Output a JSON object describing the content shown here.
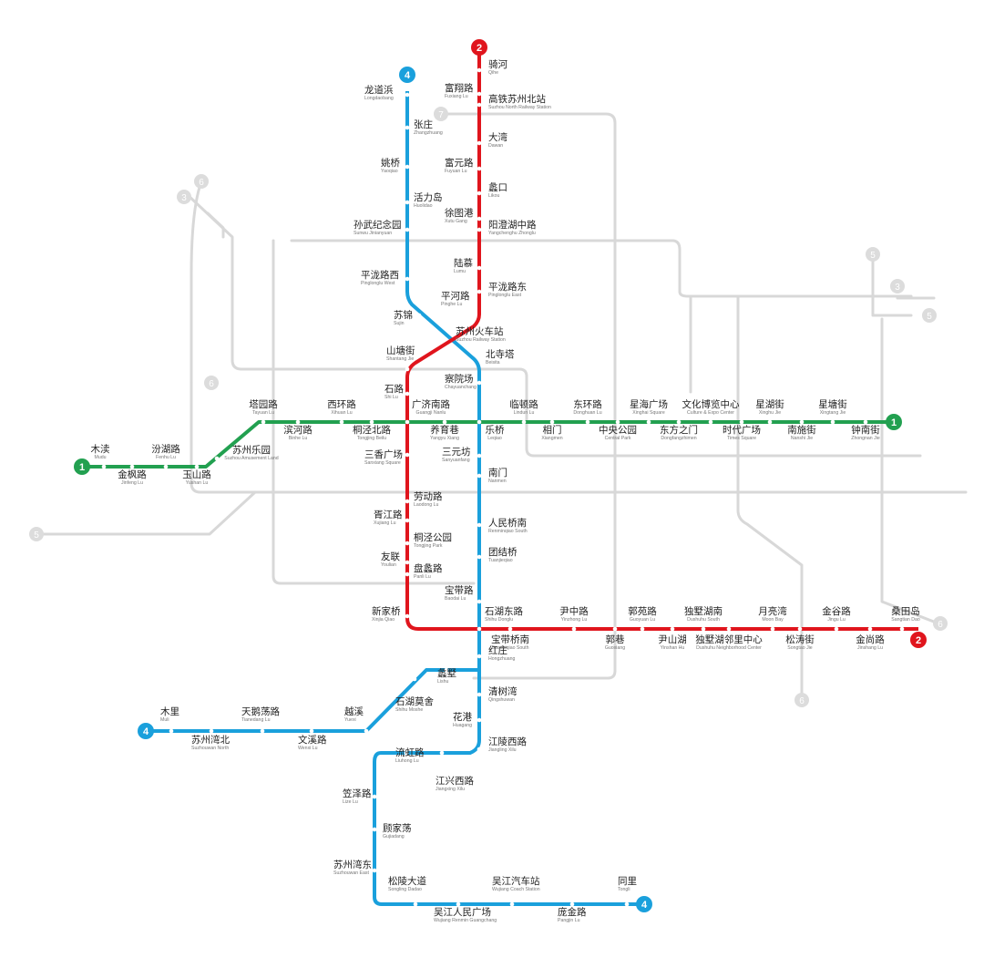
{
  "colors": {
    "line1": "#22a050",
    "line2": "#e0151d",
    "line4": "#1aa0dc",
    "planned": "#d8d8d8",
    "planned_badge": "#dcdcdc"
  },
  "line_badges": [
    {
      "label": "1"
    },
    {
      "label": "1"
    },
    {
      "label": "2"
    },
    {
      "label": "2"
    },
    {
      "label": "4"
    },
    {
      "label": "4"
    },
    {
      "label": "4"
    }
  ],
  "planned_badges": [
    {
      "label": "7"
    },
    {
      "label": "3"
    },
    {
      "label": "6"
    },
    {
      "label": "6"
    },
    {
      "label": "5"
    },
    {
      "label": "3"
    },
    {
      "label": "5"
    },
    {
      "label": "6"
    },
    {
      "label": "5"
    },
    {
      "label": "6"
    }
  ],
  "stations": [
    {
      "cn": "木渎",
      "en": "Mudu"
    },
    {
      "cn": "金枫路",
      "en": "Jinfeng Lu"
    },
    {
      "cn": "汾湖路",
      "en": "Fenhu Lu"
    },
    {
      "cn": "玉山路",
      "en": "Yushan Lu"
    },
    {
      "cn": "苏州乐园",
      "en": "Suzhou Amusement Land"
    },
    {
      "cn": "塔园路",
      "en": "Tayuan Lu"
    },
    {
      "cn": "滨河路",
      "en": "Binhe Lu"
    },
    {
      "cn": "西环路",
      "en": "Xihuan Lu"
    },
    {
      "cn": "桐泾北路",
      "en": "Tongjing Beilu"
    },
    {
      "cn": "广济南路",
      "en": "Guangji Nanlu"
    },
    {
      "cn": "养育巷",
      "en": "Yangyu Xiang"
    },
    {
      "cn": "乐桥",
      "en": "Leqiao"
    },
    {
      "cn": "临顿路",
      "en": "Lindun Lu"
    },
    {
      "cn": "相门",
      "en": "Xiangmen"
    },
    {
      "cn": "东环路",
      "en": "Donghuan Lu"
    },
    {
      "cn": "中央公园",
      "en": "Central Park"
    },
    {
      "cn": "星海广场",
      "en": "Xinghai Square"
    },
    {
      "cn": "东方之门",
      "en": "Dongfangzhimen"
    },
    {
      "cn": "文化博览中心",
      "en": "Culture & Expo Center"
    },
    {
      "cn": "时代广场",
      "en": "Times Square"
    },
    {
      "cn": "星湖街",
      "en": "Xinghu Jie"
    },
    {
      "cn": "南施街",
      "en": "Nanshi Jie"
    },
    {
      "cn": "星塘街",
      "en": "Xingtang Jie"
    },
    {
      "cn": "钟南街",
      "en": "Zhongnan Jie"
    },
    {
      "cn": "骑河",
      "en": "Qihe"
    },
    {
      "cn": "富翔路",
      "en": "Fuxiang Lu"
    },
    {
      "cn": "高铁苏州北站",
      "en": "Suzhou North Railway Station"
    },
    {
      "cn": "大湾",
      "en": "Dawan"
    },
    {
      "cn": "富元路",
      "en": "Fuyuan Lu"
    },
    {
      "cn": "蠡口",
      "en": "Likou"
    },
    {
      "cn": "徐图港",
      "en": "Xutu Gang"
    },
    {
      "cn": "阳澄湖中路",
      "en": "Yangchenghu Zhonglu"
    },
    {
      "cn": "陆慕",
      "en": "Lumu"
    },
    {
      "cn": "平泷路东",
      "en": "Pinglonglu East"
    },
    {
      "cn": "平河路",
      "en": "Pinghe Lu"
    },
    {
      "cn": "苏州火车站",
      "en": "Suzhou Railway Station"
    },
    {
      "cn": "山塘街",
      "en": "Shantang Jie"
    },
    {
      "cn": "石路",
      "en": "Shi Lu"
    },
    {
      "cn": "三香广场",
      "en": "Sanxiang Square"
    },
    {
      "cn": "劳动路",
      "en": "Laodong Lu"
    },
    {
      "cn": "胥江路",
      "en": "Xujiang Lu"
    },
    {
      "cn": "桐泾公园",
      "en": "Tongjing Park"
    },
    {
      "cn": "友联",
      "en": "Youlian"
    },
    {
      "cn": "盘蠡路",
      "en": "Panli Lu"
    },
    {
      "cn": "新家桥",
      "en": "Xinjia Qiao"
    },
    {
      "cn": "石湖东路",
      "en": "Shihu Donglu"
    },
    {
      "cn": "宝带桥南",
      "en": "Baodaiqiao South"
    },
    {
      "cn": "尹中路",
      "en": "Yinzhong Lu"
    },
    {
      "cn": "郭巷",
      "en": "Guoxiang"
    },
    {
      "cn": "郭苑路",
      "en": "Guoyuan Lu"
    },
    {
      "cn": "尹山湖",
      "en": "Yinshan Hu"
    },
    {
      "cn": "独墅湖南",
      "en": "Dushuhu South"
    },
    {
      "cn": "独墅湖邻里中心",
      "en": "Dushuhu Neighborhood Center"
    },
    {
      "cn": "月亮湾",
      "en": "Moon Bay"
    },
    {
      "cn": "松涛街",
      "en": "Songtao Jie"
    },
    {
      "cn": "金谷路",
      "en": "Jingu Lu"
    },
    {
      "cn": "金尚路",
      "en": "Jinshang Lu"
    },
    {
      "cn": "桑田岛",
      "en": "Sangtian Dao"
    },
    {
      "cn": "龙道浜",
      "en": "Longdaobang"
    },
    {
      "cn": "张庄",
      "en": "Zhangzhuang"
    },
    {
      "cn": "姚桥",
      "en": "Yaoqiao"
    },
    {
      "cn": "活力岛",
      "en": "Huolidao"
    },
    {
      "cn": "孙武纪念园",
      "en": "Sunwu Jinianyuan"
    },
    {
      "cn": "平泷路西",
      "en": "Pinglonglu West"
    },
    {
      "cn": "苏锦",
      "en": "Sujin"
    },
    {
      "cn": "北寺塔",
      "en": "Beisita"
    },
    {
      "cn": "察院场",
      "en": "Chayuanchang"
    },
    {
      "cn": "三元坊",
      "en": "Sanyuanfang"
    },
    {
      "cn": "南门",
      "en": "Nanmen"
    },
    {
      "cn": "人民桥南",
      "en": "Renminqiao South"
    },
    {
      "cn": "团结桥",
      "en": "Tuanjieqiao"
    },
    {
      "cn": "宝带路",
      "en": "Baodai Lu"
    },
    {
      "cn": "红庄",
      "en": "Hongzhuang"
    },
    {
      "cn": "清树湾",
      "en": "Qingshuwan"
    },
    {
      "cn": "花港",
      "en": "Huagang"
    },
    {
      "cn": "江陵西路",
      "en": "Jiangling Xilu"
    },
    {
      "cn": "江兴西路",
      "en": "Jiangxing Xilu"
    },
    {
      "cn": "流虹路",
      "en": "Liuhong Lu"
    },
    {
      "cn": "笠泽路",
      "en": "Lize Lu"
    },
    {
      "cn": "顾家荡",
      "en": "Gujiadang"
    },
    {
      "cn": "苏州湾东",
      "en": "Suzhouwan East"
    },
    {
      "cn": "松陵大道",
      "en": "Songling Dadao"
    },
    {
      "cn": "吴江人民广场",
      "en": "Wujiang Renmin Guangchang"
    },
    {
      "cn": "吴江汽车站",
      "en": "Wujiang Coach Station"
    },
    {
      "cn": "庞金路",
      "en": "Pangjin Lu"
    },
    {
      "cn": "同里",
      "en": "Tongli"
    },
    {
      "cn": "蠡墅",
      "en": "Lishu"
    },
    {
      "cn": "石湖莫舍",
      "en": "Shihu Moshe"
    },
    {
      "cn": "越溪",
      "en": "Yuexi"
    },
    {
      "cn": "文溪路",
      "en": "Wenxi Lu"
    },
    {
      "cn": "天鹅荡路",
      "en": "Tianedang Lu"
    },
    {
      "cn": "苏州湾北",
      "en": "Suzhouwan North"
    },
    {
      "cn": "木里",
      "en": "Muli"
    }
  ]
}
